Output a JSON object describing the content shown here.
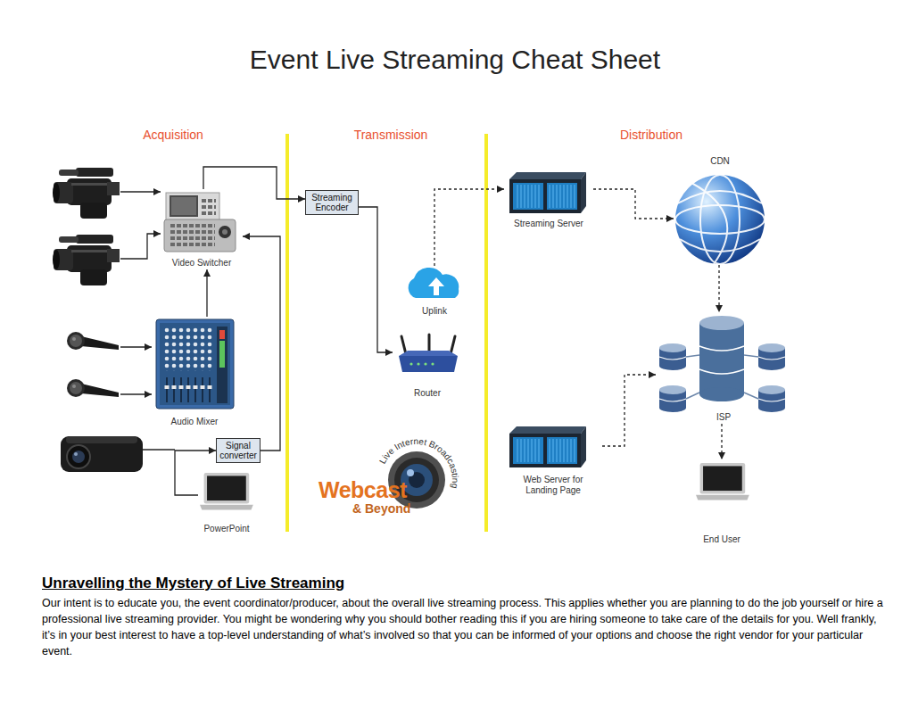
{
  "diagram": {
    "title": "Event Live Streaming Cheat Sheet",
    "nodes": [
      {
        "text": [
          "Video Switcher"
        ]
      },
      {
        "text": [
          "Streaming Encoder"
        ]
      },
      {
        "text": [
          "Streaming Server"
        ]
      },
      {
        "text": [
          "CDN"
        ]
      },
      {
        "text": [
          "Uplink"
        ]
      },
      {
        "text": [
          "Router"
        ]
      },
      {
        "text": [
          "Audio Mixer"
        ]
      },
      {
        "text": [
          "ISP"
        ]
      },
      {
        "text": [
          "Signal converter"
        ]
      },
      {
        "text": [
          "Web Server for Landing Page"
        ]
      },
      {
        "text": [
          "PowerPoint"
        ]
      },
      {
        "text": [
          "End User"
        ]
      }
    ],
    "edges": [
      {
        "from": 0,
        "to": 1,
        "arrow": "to"
      },
      {
        "from": 6,
        "to": 0,
        "arrow": "to"
      },
      {
        "from": 8,
        "to": 0,
        "arrow": "to"
      },
      {
        "from": 10,
        "to": 8,
        "arrow": "to"
      },
      {
        "from": 1,
        "to": 5,
        "arrow": "to"
      },
      {
        "from": 4,
        "to": 2,
        "arrow": "to"
      },
      {
        "from": 2,
        "to": 3,
        "arrow": "to"
      },
      {
        "from": 3,
        "to": 7,
        "arrow": "to"
      },
      {
        "from": 9,
        "to": 7,
        "arrow": "to"
      },
      {
        "from": 7,
        "to": 11,
        "arrow": "to"
      }
    ],
    "labels": [
      "Acquisition",
      "Transmission",
      "Distribution",
      "Webcast",
      "& Beyond",
      "Live Internet Broadcasting",
      "Unravelling the Mystery of Live Streaming",
      "Our intent is to educate you, the event coordinator/producer, about the overall live streaming process.  This applies whether you are planning to do the job yourself or hire a professional live streaming provider. You might be wondering why you should bother reading this if you are hiring someone to take care of the details for you. Well frankly, it’s in your best interest to have a top-level understanding of what’s involved so that you can be informed of your options and choose the right vendor for your particular event."
    ]
  }
}
